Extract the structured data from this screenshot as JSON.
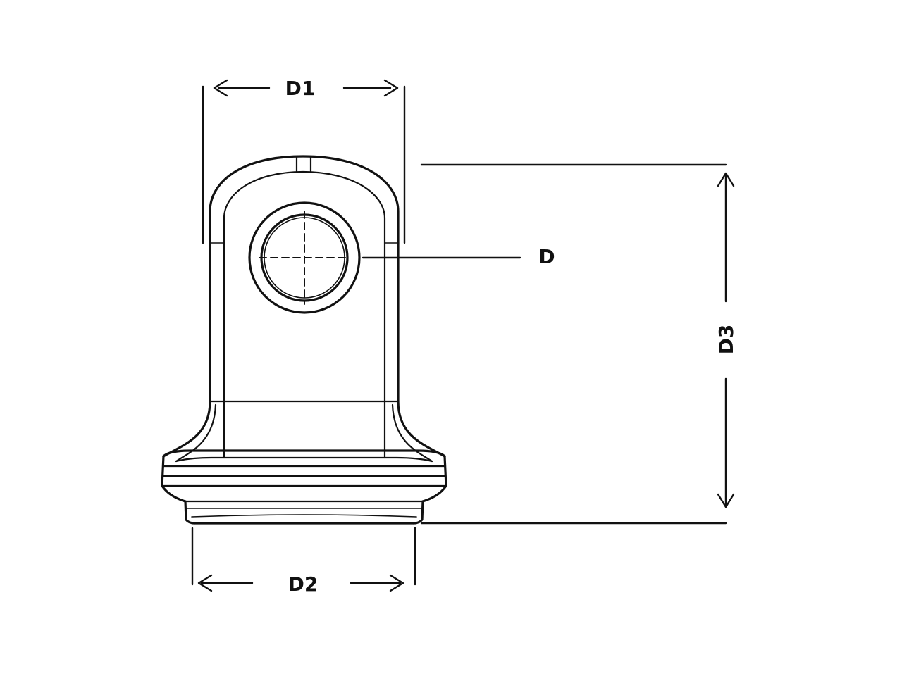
{
  "dimensions": {
    "d1": "D1",
    "d2": "D2",
    "d3": "D3",
    "d": "D"
  },
  "colors": {
    "line": "#111111",
    "background": "#ffffff"
  }
}
